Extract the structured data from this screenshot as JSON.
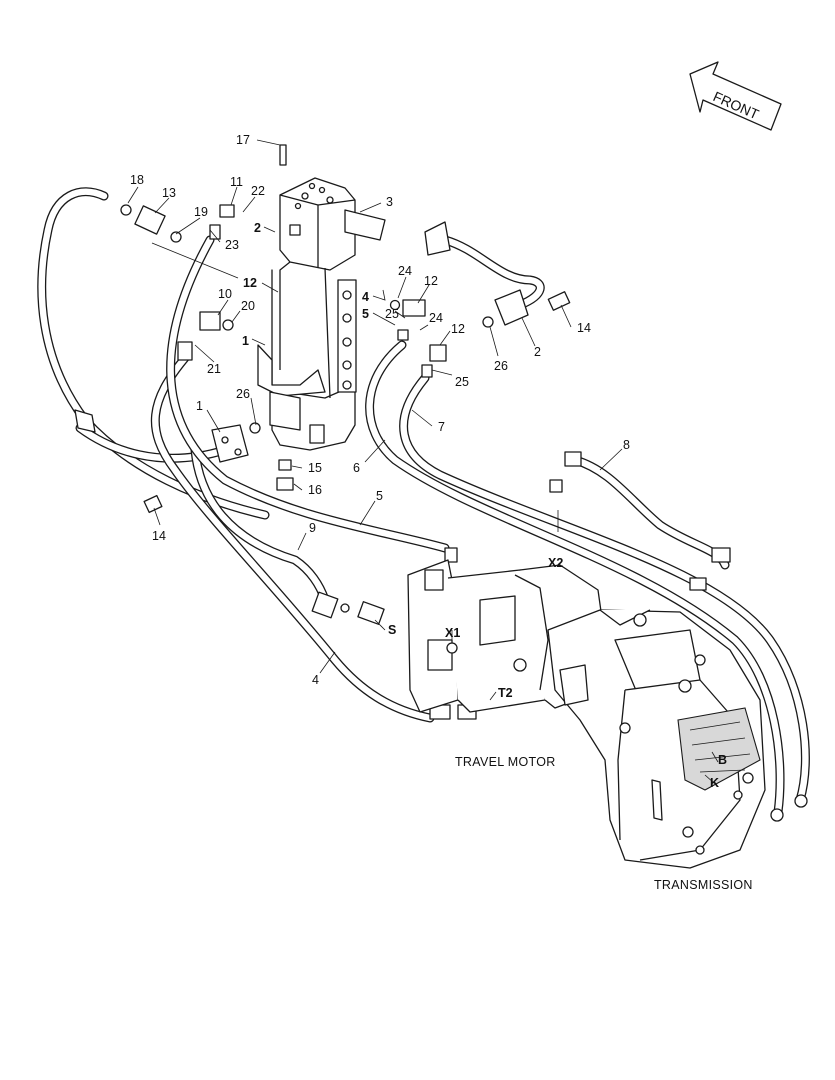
{
  "compass": {
    "label": "FRONT"
  },
  "captions": {
    "travel_motor": "TRAVEL MOTOR",
    "transmission": "TRANSMISSION"
  },
  "callouts": {
    "n17": "17",
    "n18": "18",
    "n13": "13",
    "n11": "11",
    "n22": "22",
    "n19": "19",
    "n23": "23",
    "n2a": "2",
    "n3": "3",
    "n12a": "12",
    "n10": "10",
    "n20": "20",
    "n1a": "1",
    "n21": "21",
    "n24a": "24",
    "n12b": "12",
    "n4": "4",
    "n5": "5",
    "n25a": "25",
    "n24b": "24",
    "n12c": "12",
    "n25b": "25",
    "n14a": "14",
    "n2b": "2",
    "n26a": "26",
    "n7": "7",
    "n26b": "26",
    "n1b": "1",
    "n15": "15",
    "n16": "16",
    "n6": "6",
    "n8": "8",
    "n14b": "14",
    "n5b": "5",
    "n9": "9",
    "nX2": "X2",
    "nS": "S",
    "nX1": "X1",
    "n4b": "4",
    "nT2": "T2",
    "nB": "B",
    "nK": "K"
  }
}
